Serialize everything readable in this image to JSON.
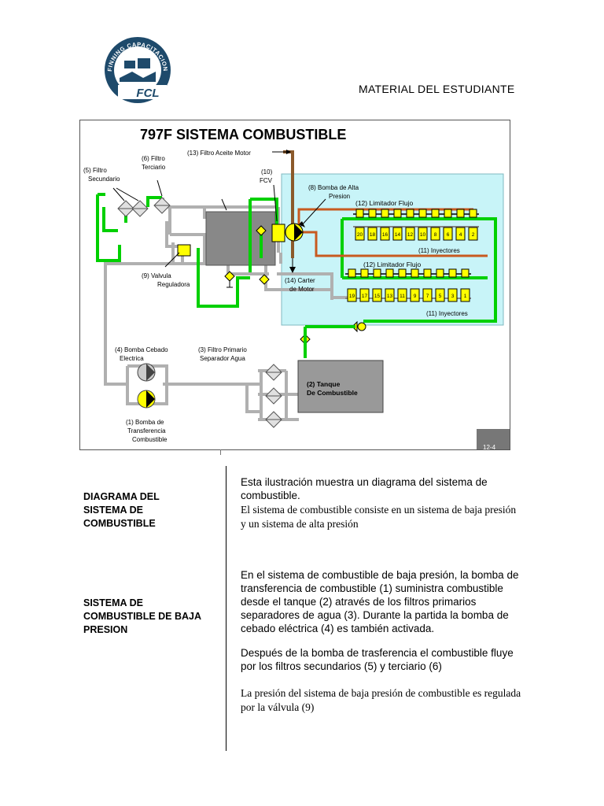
{
  "header": {
    "logo_ring_text": "FINNING CAPACITACION",
    "logo_brand": "FCL",
    "doc_label": "MATERIAL DEL ESTUDIANTE"
  },
  "diagram": {
    "title": "797F SISTEMA COMBUSTIBLE",
    "labels": {
      "filtro_aceite": "(13) Filtro Aceite Motor",
      "filtro_sec_1": "(5) Filtro",
      "filtro_sec_2": "Secundario",
      "filtro_ter_1": "(6) Filtro",
      "filtro_ter_2": "Terciario",
      "fcv_1": "(10)",
      "fcv_2": "FCV",
      "bomba_alta_1": "(8) Bomba de Alta",
      "bomba_alta_2": "Presion",
      "limitador_top": "(12) Limitador Flujo",
      "limitador_bottom": "(12) Limitador Flujo",
      "inyectores_top": "(11) Inyectores",
      "inyectores_bottom": "(11) Inyectores",
      "carter_1": "(14) Carter",
      "carter_2": "de Motor",
      "valvula_1": "(9) Valvula",
      "valvula_2": "Reguladora",
      "bomba_cebado_1": "(4) Bomba Cebado",
      "bomba_cebado_2": "Electrica",
      "filtro_prim_1": "(3) Filtro Primario",
      "filtro_prim_2": "Separador  Agua",
      "tanque_1": "(2) Tanque",
      "tanque_2": "De Combustible",
      "bomba_trans_1": "(1) Bomba de",
      "bomba_trans_2": "Transferencia",
      "bomba_trans_3": "Combustible",
      "page_ref": "12-4"
    },
    "injectors_top": [
      "20",
      "18",
      "16",
      "14",
      "12",
      "10",
      "8",
      "6",
      "4",
      "2"
    ],
    "injectors_bottom": [
      "19",
      "17",
      "15",
      "13",
      "11",
      "9",
      "7",
      "5",
      "3",
      "1"
    ],
    "colors": {
      "high_pressure": "#00d000",
      "return_line": "#b0b0b0",
      "oil_line": "#8b5a2b",
      "component_yellow": "#ffff00",
      "high_pressure_area": "#c8f4f8"
    }
  },
  "sections": [
    {
      "heading": "DIAGRAMA DEL SISTEMA DE COMBUSTIBLE",
      "para1": "Esta ilustración muestra un diagrama del sistema de combustible.",
      "para2": "El sistema de combustible consiste en un sistema de baja presión y un sistema de alta presión"
    },
    {
      "heading": "SISTEMA DE COMBUSTIBLE DE BAJA PRESION",
      "para1": "En el sistema de combustible de baja presión, la bomba de transferencia de combustible (1)  suministra combustible desde el tanque (2)  através de los filtros primarios separadores de agua (3). Durante la partida la bomba de cebado eléctrica (4) es también activada.",
      "para2": "Después de la bomba de trasferencia el combustible fluye por los filtros secundarios (5) y terciario (6)",
      "para3": "La presión del sistema de baja presión de combustible es regulada por la válvula (9)"
    }
  ]
}
